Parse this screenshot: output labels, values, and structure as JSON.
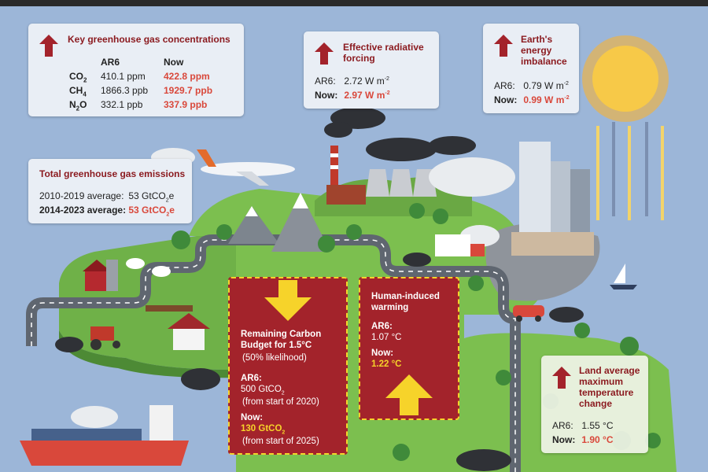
{
  "ghg": {
    "title": "Key greenhouse gas concentrations",
    "col_ar6": "AR6",
    "col_now": "Now",
    "rows": [
      {
        "gas": "CO",
        "sub": "2",
        "ar6": "410.1 ppm",
        "now": "422.8 ppm"
      },
      {
        "gas": "CH",
        "sub": "4",
        "ar6": "1866.3 ppb",
        "now": "1929.7 ppb"
      },
      {
        "gas": "N",
        "sub": "2",
        "gas_suffix": "O",
        "ar6": "332.1 ppb",
        "now": "337.9 ppb"
      }
    ]
  },
  "forcing": {
    "title": "Effective radiative forcing",
    "ar6_label": "AR6:",
    "ar6_value": "2.72 W m",
    "now_label": "Now:",
    "now_value": "2.97 W m",
    "exp": "-2"
  },
  "imbalance": {
    "title": "Earth's energy imbalance",
    "ar6_label": "AR6:",
    "ar6_value": "0.79 W m",
    "now_label": "Now:",
    "now_value": "0.99 W m",
    "exp": "-2"
  },
  "emissions": {
    "title": "Total greenhouse gas emissions",
    "row1_label": "2010-2019 average:",
    "row1_value": "53 GtCO",
    "row2_label": "2014-2023 average:",
    "row2_value": "53 GtCO",
    "sub": "2",
    "suffix": "e"
  },
  "budget": {
    "title": "Remaining Carbon Budget for 1.5°C",
    "likelihood": "(50% likelihood)",
    "ar6_label": "AR6:",
    "ar6_value": "500 GtCO",
    "ar6_note": "(from start of 2020)",
    "now_label": "Now:",
    "now_value": "130 GtCO",
    "now_note": "(from start of 2025)",
    "sub": "2"
  },
  "warming": {
    "title": "Human-induced warming",
    "ar6_label": "AR6:",
    "ar6_value": "1.07 °C",
    "now_label": "Now:",
    "now_value": "1.22 °C"
  },
  "land": {
    "title": "Land average maximum temperature change",
    "ar6_label": "AR6:",
    "ar6_value": "1.55 °C",
    "now_label": "Now:",
    "now_value": "1.90 °C"
  },
  "colors": {
    "accent_red": "#d9483b",
    "dark_red": "#8b1a1f",
    "panel_red": "#a3232b",
    "highlight_yellow": "#f6d32a",
    "sky": "#9cb6d8"
  },
  "icons": [
    "up-arrow-icon",
    "down-arrow-icon",
    "sun-icon",
    "airplane-icon",
    "factory-icon",
    "ship-icon",
    "car-icon",
    "truck-icon",
    "sailboat-icon",
    "barn-icon",
    "tractor-icon",
    "cow-icon",
    "house-icon",
    "mountain-icon",
    "tree-icon",
    "smoke-icon",
    "city-icon"
  ]
}
